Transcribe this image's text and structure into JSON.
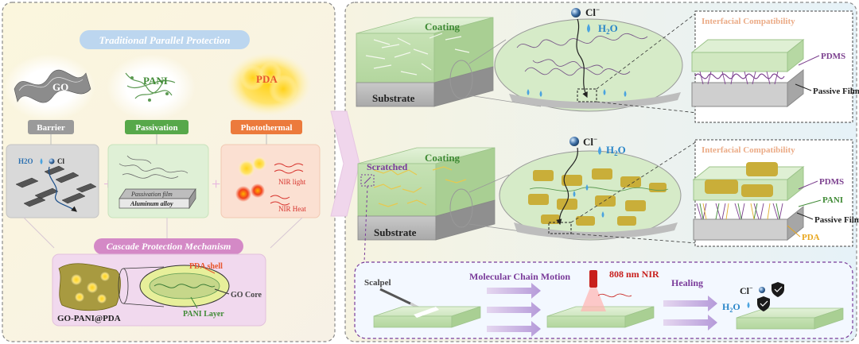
{
  "left_panel": {
    "title": "Traditional Parallel Protection",
    "materials": [
      "GO",
      "PANI",
      "PDA"
    ],
    "functions": [
      "Barrier",
      "Passivation",
      "Photothermal"
    ],
    "colors": {
      "barrier": "#9a9a9a",
      "passivation": "#57a84a",
      "photothermal": "#ec7a3c",
      "cascade": "#d489c6",
      "title_bg": "#bcd6ef"
    },
    "barrier_box": {
      "h2o": "H2O",
      "cl": "Cl"
    },
    "passivation_box": {
      "film": "Passivation film",
      "alloy": "Aluminum alloy"
    },
    "photothermal_box": {
      "nir_light": "NIR light",
      "nir_heat": "NIR Heat"
    },
    "cascade": {
      "title": "Cascade Protection Mechanism",
      "pda_shell": "PDA shell",
      "go_core": "GO Core",
      "pani_layer": "PANI Layer",
      "composite": "GO-PANI@PDA"
    }
  },
  "top_row": {
    "coating": "Coating",
    "substrate": "Substrate",
    "cl": "Cl",
    "h2o": "H2O",
    "interfacial": "Interfacial Compatibility",
    "pdms": "PDMS",
    "passive_film": "Passive Film"
  },
  "bottom_row": {
    "scratched": "Scratched",
    "coating": "Coating",
    "substrate": "Substrate",
    "cl": "Cl",
    "h2o": "H2O",
    "interfacial": "Interfacial Compatibility",
    "pdms": "PDMS",
    "pani": "PANI",
    "passive_film": "Passive Film",
    "pda": "PDA"
  },
  "healing": {
    "scalpel": "Scalpel",
    "motion": "Molecular Chain Motion",
    "nir": "808 nm NIR",
    "healing": "Healing",
    "cl": "Cl",
    "h2o": "H2O"
  }
}
